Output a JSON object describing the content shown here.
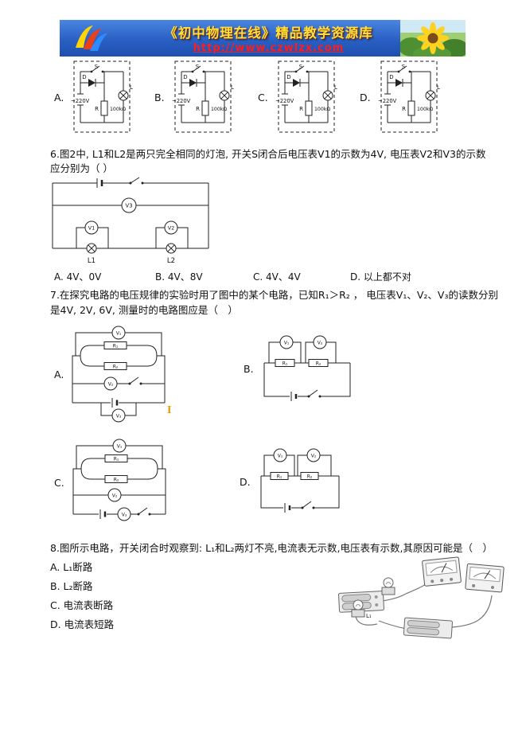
{
  "banner": {
    "title": "《初中物理在线》精品教学资源库",
    "url": "http://www.czwlzx.com"
  },
  "colors": {
    "banner_bg": "#2a5fc4",
    "banner_title": "#ffe13a",
    "banner_url": "#ff1c1c",
    "circuit_stroke": "#222222"
  },
  "top_row": {
    "shared": {
      "source": "~220V",
      "switch": "S",
      "diode": "D",
      "resistor": "R",
      "resistance": "100kΩ",
      "lamp": "L"
    },
    "options": [
      {
        "letter": "A."
      },
      {
        "letter": "B."
      },
      {
        "letter": "C."
      },
      {
        "letter": "D."
      }
    ]
  },
  "q6": {
    "line1": "6.图2中, L1和L2是两只完全相同的灯泡, 开关S闭合后电压表V1的示数为4V, 电压表V2和V3的示数",
    "line2": "应分别为（ ）",
    "diagram": {
      "v1": "V1",
      "v2": "V2",
      "v3": "V3",
      "l1": "L1",
      "l2": "L2"
    },
    "options": [
      {
        "label": "A. 4V、0V"
      },
      {
        "label": "B. 4V、8V"
      },
      {
        "label": "C. 4V、4V"
      },
      {
        "label": "D. 以上都不对"
      }
    ]
  },
  "q7": {
    "line1": "7.在探究电路的电压规律的实验时用了图中的某个电路，已知R₁＞R₂ ， 电压表V₁、V₂、V₃的读数分别",
    "line2": "是4V, 2V, 6V, 测量时的电路图应是（　）",
    "cursor_artifact": "I",
    "a": {
      "letter": "A.",
      "v_top": "V₁",
      "r1": "R₁",
      "r2": "R₂",
      "v_mid": "V₂",
      "v_bot": "V₃"
    },
    "b": {
      "letter": "B.",
      "v1": "V₁",
      "v2": "V₂",
      "r1": "R₁",
      "r2": "R₂"
    },
    "c": {
      "letter": "C.",
      "v_top": "V₁",
      "r1": "R₁",
      "r2": "R₂",
      "v_mid": "V₂",
      "v_bot": "V₃"
    },
    "d": {
      "letter": "D.",
      "v1": "V₁",
      "v2": "V₂",
      "r1": "R₁",
      "r2": "R₂"
    }
  },
  "q8": {
    "text": "8.图所示电路，开关闭合时观察到: L₁和L₂两灯不亮,电流表无示数,电压表有示数,其原因可能是（　）",
    "options": [
      {
        "label": "A. L₁断路"
      },
      {
        "label": "B. L₂断路"
      },
      {
        "label": "C. 电流表断路"
      },
      {
        "label": "D. 电流表短路"
      }
    ],
    "photo_label": "L₁"
  }
}
